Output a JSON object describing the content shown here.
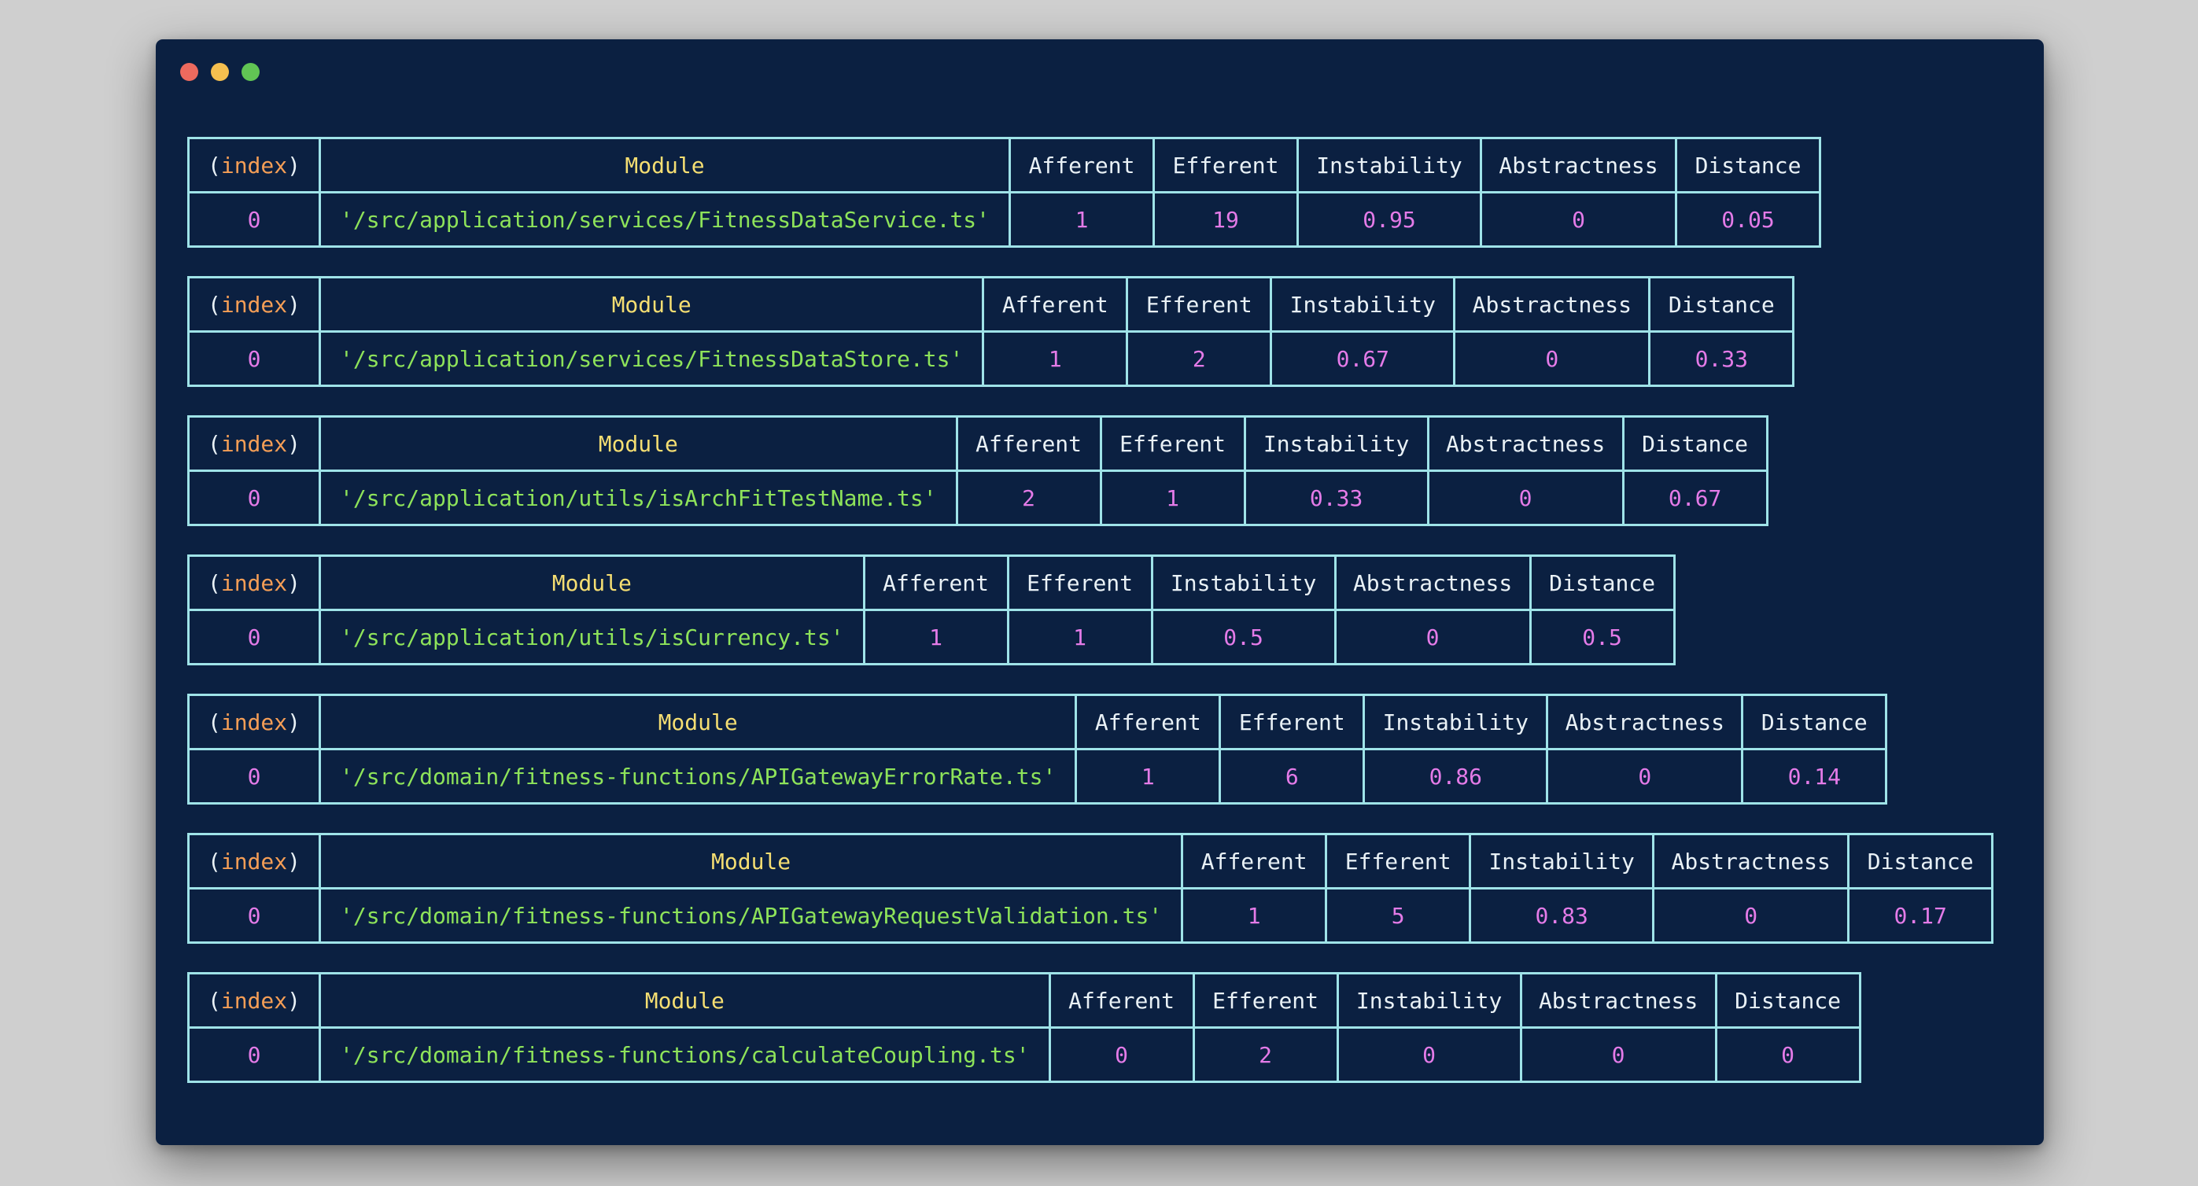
{
  "window": {
    "controls": [
      {
        "name": "close",
        "color": "#ed6a5e"
      },
      {
        "name": "minimize",
        "color": "#f5bf4f"
      },
      {
        "name": "zoom",
        "color": "#61c554"
      }
    ]
  },
  "headers": {
    "index": "index",
    "index_open": "(",
    "index_close": ")",
    "module": "Module",
    "afferent": "Afferent",
    "efferent": "Efferent",
    "instability": "Instability",
    "abstractness": "Abstractness",
    "distance": "Distance"
  },
  "tables": [
    {
      "index": "0",
      "module": "'/src/application/services/FitnessDataService.ts'",
      "afferent": "1",
      "efferent": "19",
      "instability": "0.95",
      "abstractness": "0",
      "distance": "0.05"
    },
    {
      "index": "0",
      "module": "'/src/application/services/FitnessDataStore.ts'",
      "afferent": "1",
      "efferent": "2",
      "instability": "0.67",
      "abstractness": "0",
      "distance": "0.33"
    },
    {
      "index": "0",
      "module": "'/src/application/utils/isArchFitTestName.ts'",
      "afferent": "2",
      "efferent": "1",
      "instability": "0.33",
      "abstractness": "0",
      "distance": "0.67"
    },
    {
      "index": "0",
      "module": "'/src/application/utils/isCurrency.ts'",
      "afferent": "1",
      "efferent": "1",
      "instability": "0.5",
      "abstractness": "0",
      "distance": "0.5"
    },
    {
      "index": "0",
      "module": "'/src/domain/fitness-functions/APIGatewayErrorRate.ts'",
      "afferent": "1",
      "efferent": "6",
      "instability": "0.86",
      "abstractness": "0",
      "distance": "0.14"
    },
    {
      "index": "0",
      "module": "'/src/domain/fitness-functions/APIGatewayRequestValidation.ts'",
      "afferent": "1",
      "efferent": "5",
      "instability": "0.83",
      "abstractness": "0",
      "distance": "0.17"
    },
    {
      "index": "0",
      "module": "'/src/domain/fitness-functions/calculateCoupling.ts'",
      "afferent": "0",
      "efferent": "2",
      "instability": "0",
      "abstractness": "0",
      "distance": "0"
    }
  ]
}
